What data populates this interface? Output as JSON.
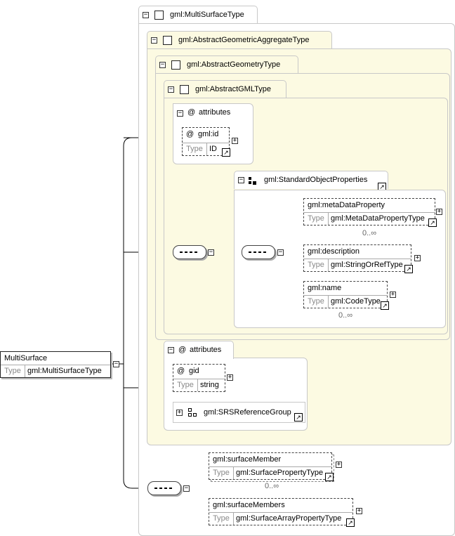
{
  "types": {
    "multi_surface_type": "gml:MultiSurfaceType",
    "abstract_geometric_aggregate_type": "gml:AbstractGeometricAggregateType",
    "abstract_geometry_type": "gml:AbstractGeometryType",
    "abstract_gml_type": "gml:AbstractGMLType"
  },
  "root": {
    "name": "MultiSurface",
    "type_label": "Type",
    "type_value": "gml:MultiSurfaceType"
  },
  "gml_attributes": {
    "header": "attributes",
    "attr_id": {
      "name": "gml:id",
      "type_label": "Type",
      "type_value": "ID"
    }
  },
  "standard_object_properties": {
    "title": "gml:StandardObjectProperties",
    "elements": [
      {
        "name": "gml:metaDataProperty",
        "type_label": "Type",
        "type_value": "gml:MetaDataPropertyType",
        "cardinality": "0..∞"
      },
      {
        "name": "gml:description",
        "type_label": "Type",
        "type_value": "gml:StringOrRefType"
      },
      {
        "name": "gml:name",
        "type_label": "Type",
        "type_value": "gml:CodeType",
        "cardinality": "0..∞"
      }
    ]
  },
  "aggregate_attributes": {
    "header": "attributes",
    "attr_gid": {
      "name": "gid",
      "type_label": "Type",
      "type_value": "string"
    },
    "group": "gml:SRSReferenceGroup"
  },
  "surface_elements": [
    {
      "name": "gml:surfaceMember",
      "type_label": "Type",
      "type_value": "gml:SurfacePropertyType",
      "cardinality": "0..∞"
    },
    {
      "name": "gml:surfaceMembers",
      "type_label": "Type",
      "type_value": "gml:SurfaceArrayPropertyType"
    }
  ],
  "glyphs": {
    "collapse": "−",
    "expand": "+",
    "at": "@",
    "link_arrow": "↗"
  },
  "icons": [
    "collapse-icon",
    "expand-icon",
    "type-checkbox-icon",
    "attribute-at-icon",
    "group-icon",
    "attribute-group-icon",
    "link-arrow-icon",
    "sequence-icon"
  ],
  "colors": {
    "panel_fill": "#fcfae2",
    "panel_border": "#c8c8c8",
    "line": "#000000"
  }
}
